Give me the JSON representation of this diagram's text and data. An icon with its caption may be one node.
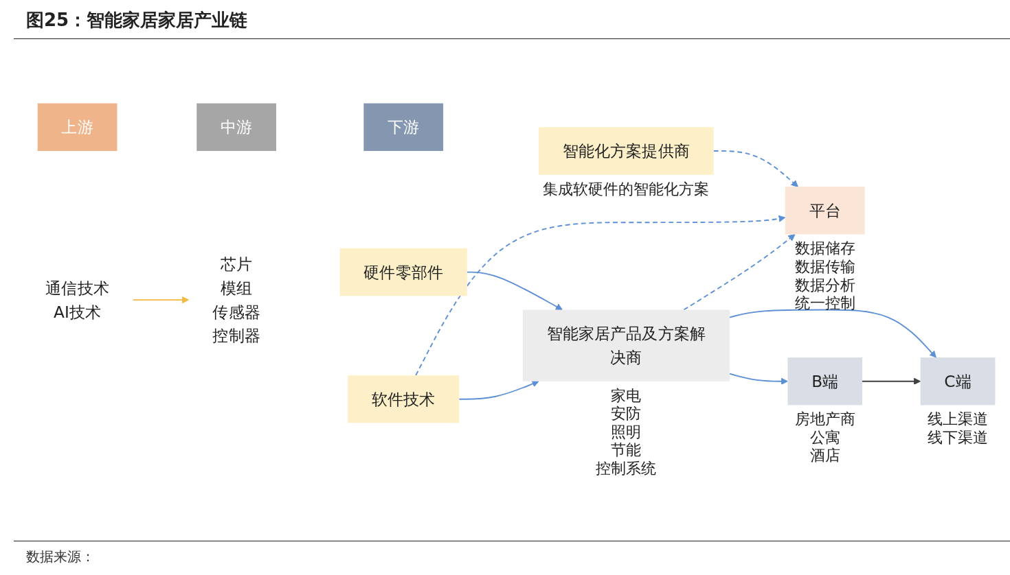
{
  "diagram": {
    "title": "图25：智能家居家居产业链",
    "caption": "数据来源：",
    "nodes": [
      {
        "text": [
          "上游"
        ]
      },
      {
        "text": [
          "中游"
        ]
      },
      {
        "text": [
          "下游"
        ]
      },
      {
        "text": [
          "芯片",
          "模组",
          "传感器",
          "控制器"
        ]
      },
      {
        "text": [
          "硬件零部件"
        ]
      },
      {
        "text": [
          "通信技术",
          "AI技术"
        ]
      },
      {
        "text": [
          "软件技术"
        ]
      },
      {
        "text": [
          "智能化方案提供商"
        ],
        "beside": [
          "集成软硬件的智能化方案"
        ]
      },
      {
        "text": [
          "智能家居产品及方案解决商"
        ],
        "beside": [
          "家电",
          "安防",
          "照明",
          "节能",
          "控制系统"
        ]
      },
      {
        "text": [
          "平台"
        ],
        "beside": [
          "数据储存",
          "数据传输",
          "数据分析",
          "统一控制"
        ]
      },
      {
        "text": [
          "B端"
        ],
        "beside": [
          "房地产商",
          "公寓",
          "酒店"
        ]
      },
      {
        "text": [
          "C端"
        ],
        "beside": [
          "线上渠道",
          "线下渠道"
        ]
      }
    ],
    "edges": [
      {
        "from": 5,
        "to": 3,
        "arrow": "to",
        "color": "#f5b942"
      },
      {
        "from": 4,
        "to": 8,
        "arrow": "to"
      },
      {
        "from": 6,
        "to": 8,
        "arrow": "to"
      },
      {
        "from": 7,
        "to": 9,
        "arrow": "to",
        "style": "dashed"
      },
      {
        "from": 6,
        "to": 9,
        "arrow": "to",
        "style": "dashed"
      },
      {
        "from": 8,
        "to": 9,
        "arrow": "to",
        "style": "dashed"
      },
      {
        "from": 8,
        "to": 10,
        "arrow": "to"
      },
      {
        "from": 8,
        "to": 11,
        "arrow": "to"
      },
      {
        "from": 10,
        "to": 11,
        "arrow": "to",
        "color": "#404040"
      }
    ]
  }
}
